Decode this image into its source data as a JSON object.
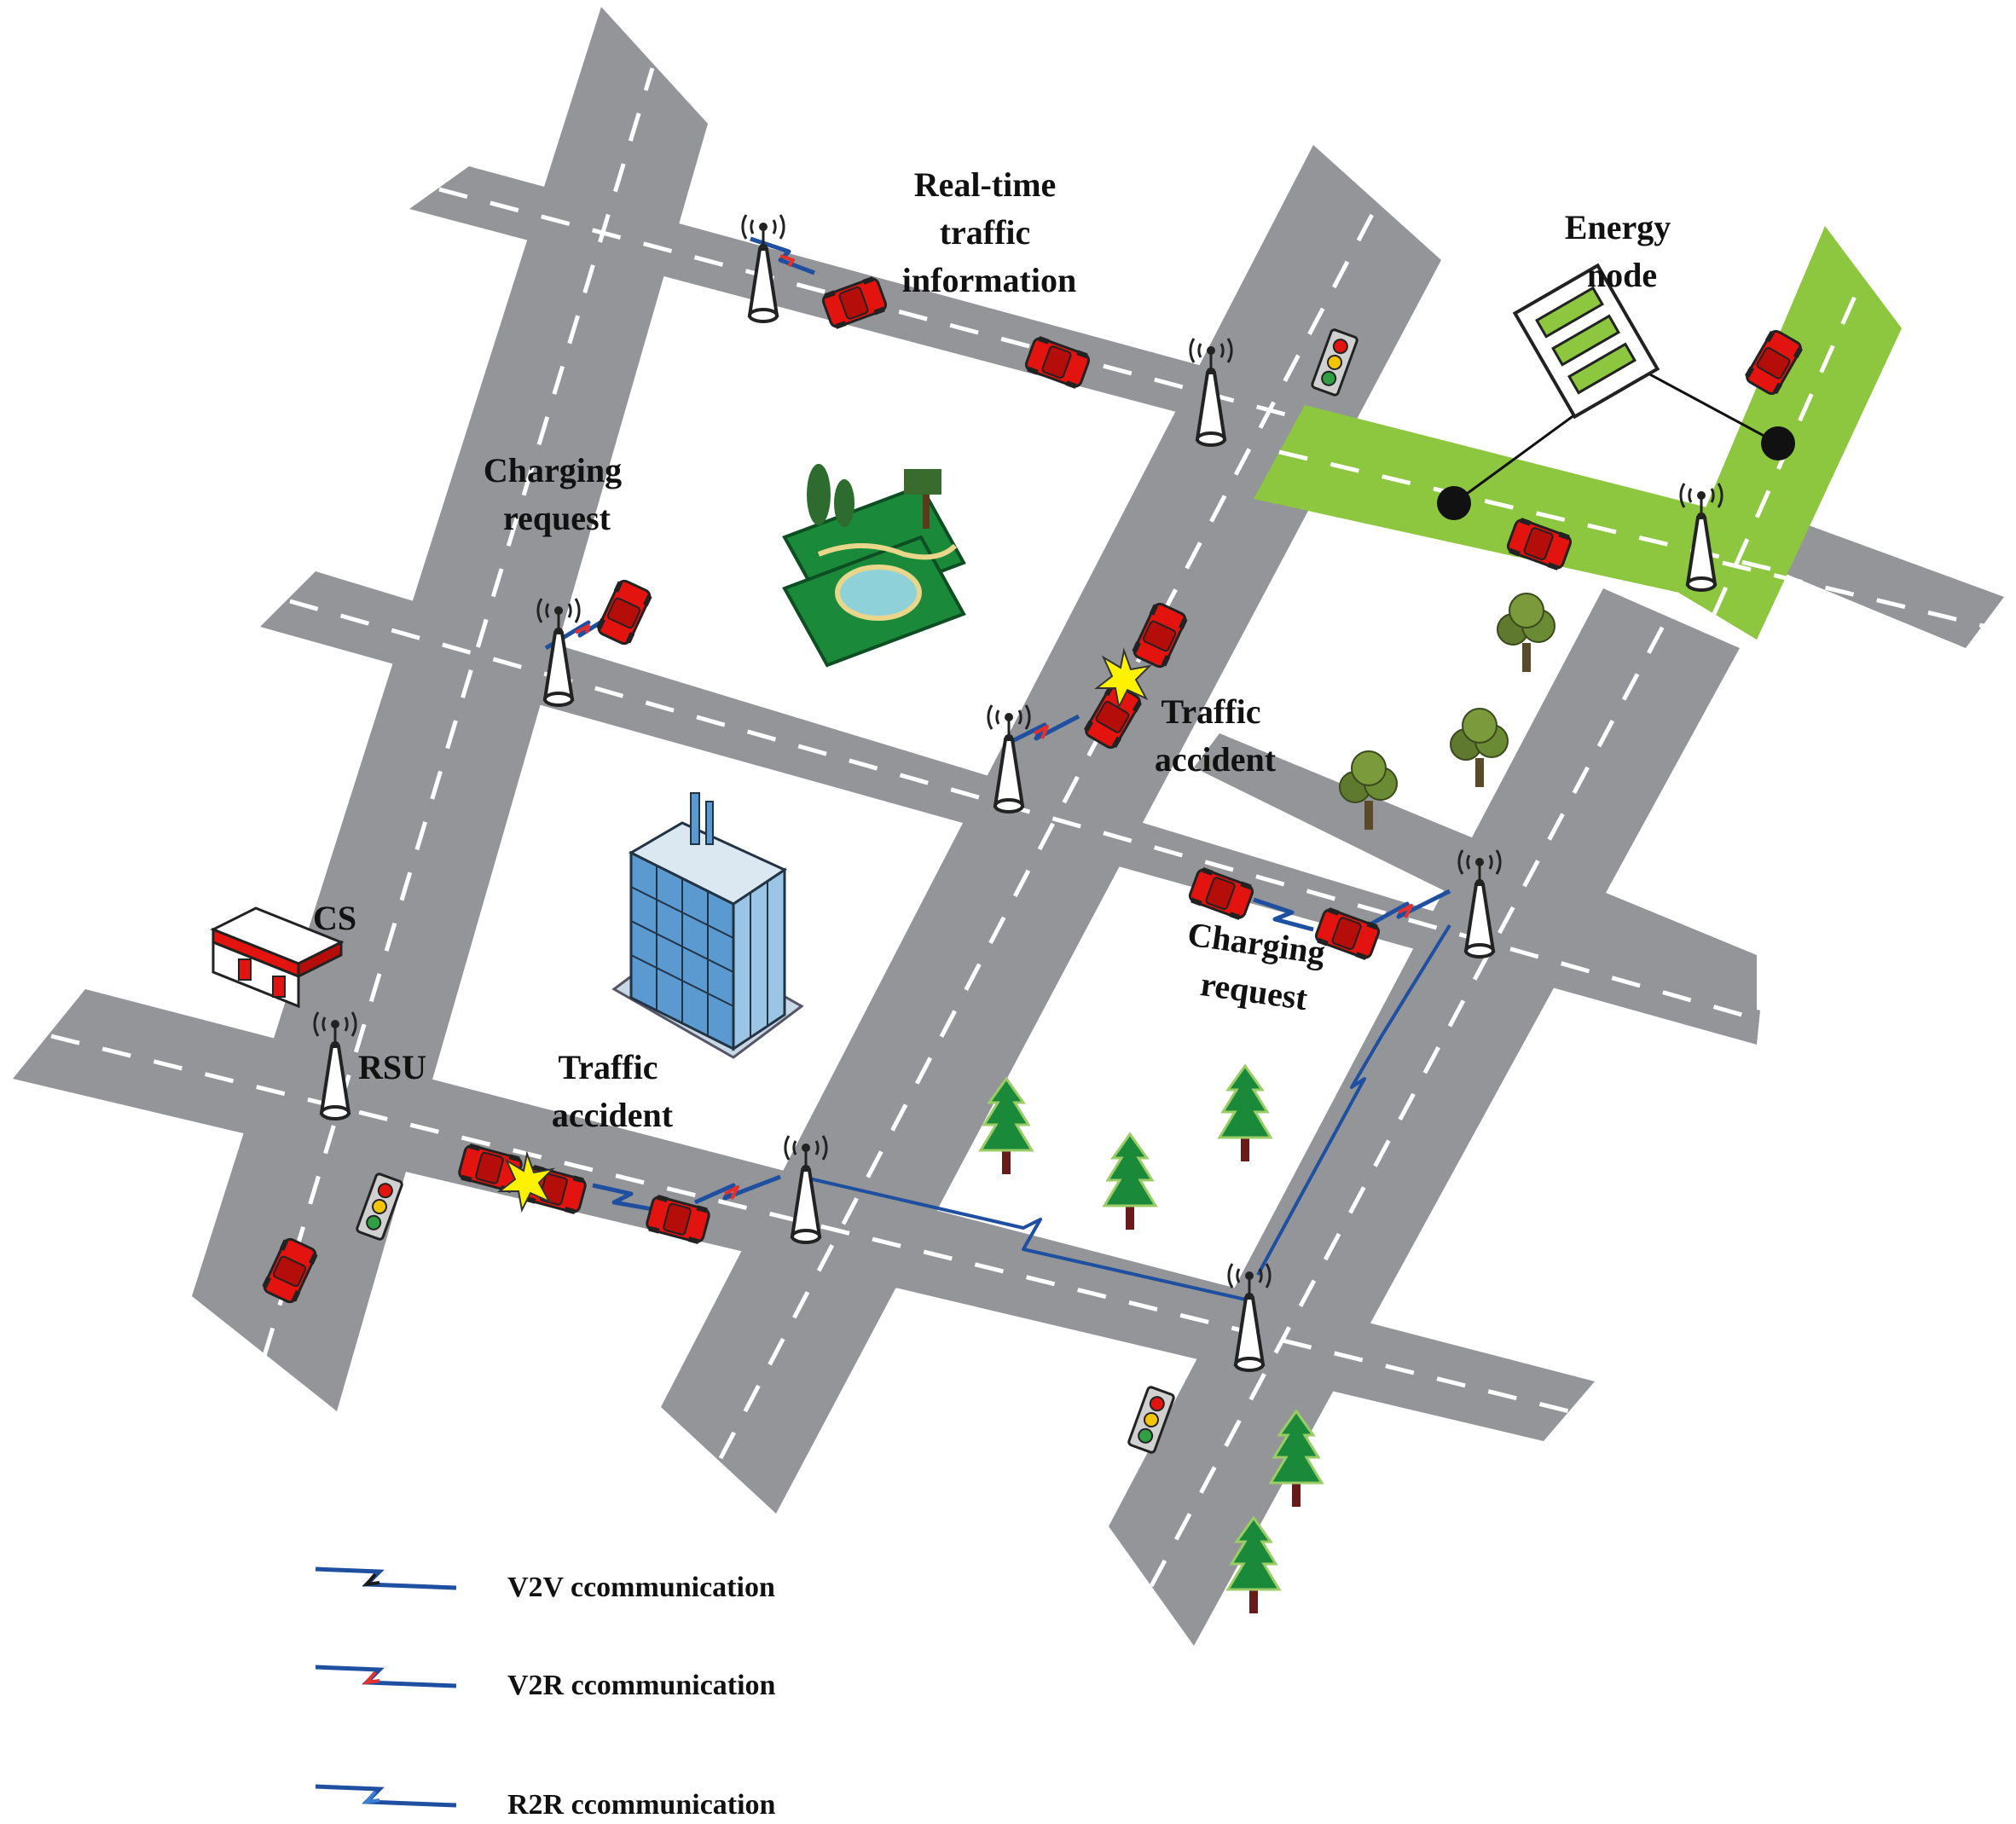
{
  "labels": {
    "realtime": [
      "Real-time",
      "traffic",
      "information"
    ],
    "energy": [
      "Energy",
      "node"
    ],
    "charging_top": [
      "Charging",
      "request"
    ],
    "accident_mid": [
      "Traffic",
      "accident"
    ],
    "charging_mid": [
      "Charging",
      "request"
    ],
    "cs": "CS",
    "rsu": "RSU",
    "accident_bottom": [
      "Traffic",
      "accident"
    ]
  },
  "legend": [
    {
      "label": "V2V ccommunication",
      "accent": "#1a1a1a"
    },
    {
      "label": "V2R ccommunication",
      "accent": "#e8302a"
    },
    {
      "label": "R2R ccommunication",
      "accent": "#3a7fd6"
    }
  ],
  "colors": {
    "road": "#939598",
    "green_road": "#8dc63f",
    "vehicle": "#e3140f",
    "link_blue": "#1f4fa0",
    "link_red": "#e8302a",
    "star": "#fff200",
    "tree": "#1a8a3a",
    "building": "#5a9ad0"
  }
}
